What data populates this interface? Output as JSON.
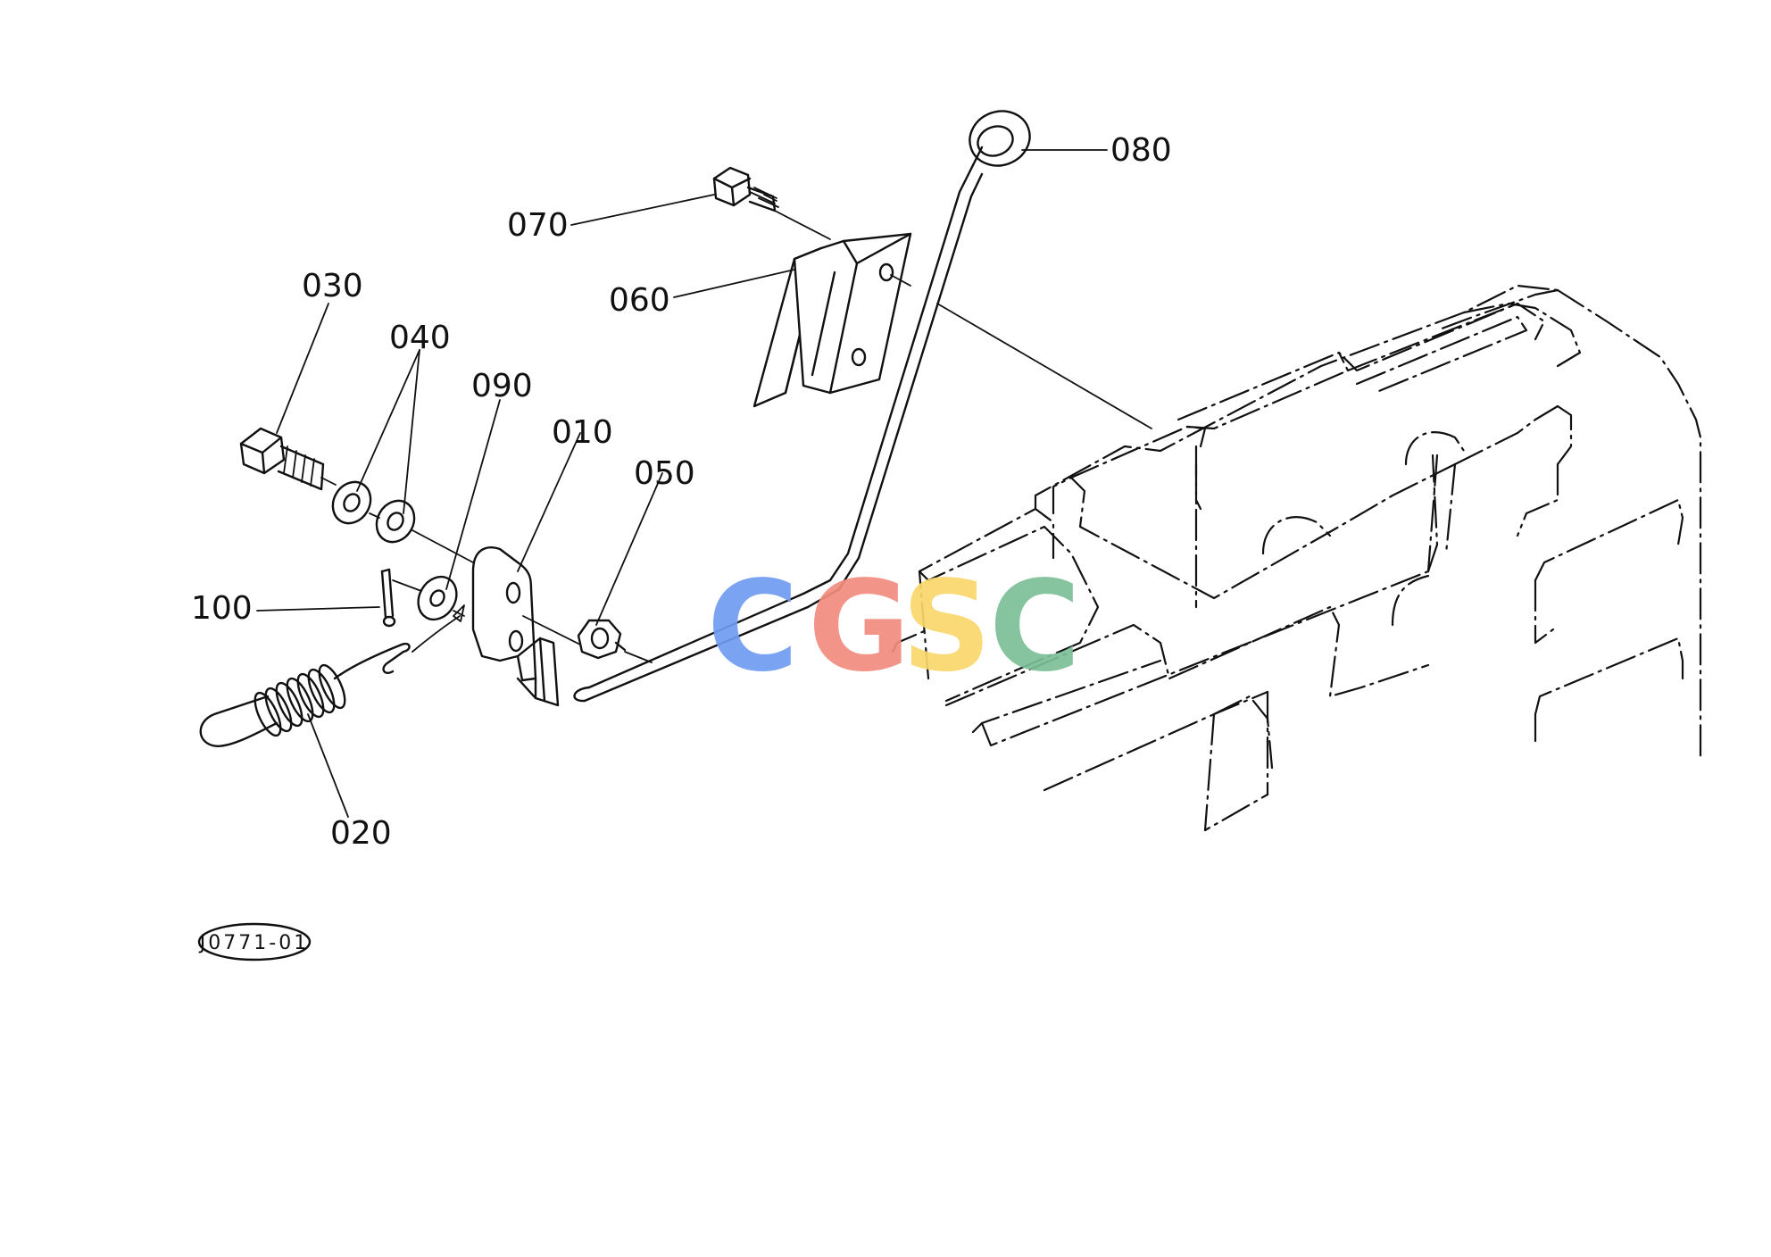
{
  "diagram": {
    "reference_code": "J0771-01",
    "callouts": [
      {
        "id": "080",
        "text": "080"
      },
      {
        "id": "070",
        "text": "070"
      },
      {
        "id": "060",
        "text": "060"
      },
      {
        "id": "030",
        "text": "030"
      },
      {
        "id": "040",
        "text": "040"
      },
      {
        "id": "090",
        "text": "090"
      },
      {
        "id": "010",
        "text": "010"
      },
      {
        "id": "050",
        "text": "050"
      },
      {
        "id": "100",
        "text": "100"
      },
      {
        "id": "020",
        "text": "020"
      }
    ]
  },
  "watermark": {
    "letters": [
      "C",
      "G",
      "S",
      "C"
    ],
    "colors": [
      "#6f9cf0",
      "#f28b7f",
      "#f8d76a",
      "#7bbf96"
    ]
  }
}
